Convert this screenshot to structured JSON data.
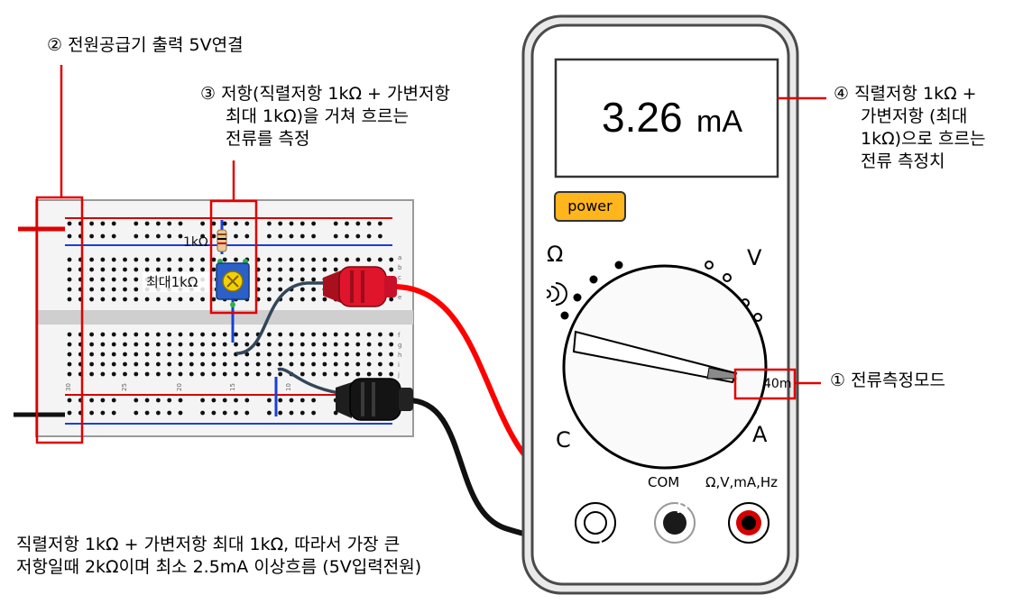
{
  "labels": {
    "power_supply": "② 전원공급기 출력 5V연결",
    "measure": [
      "③ 저항(직렬저항 1kΩ + 가변저항",
      "최대 1kΩ)을 거쳐 흐르는",
      "전류를 측정"
    ],
    "reading_note": [
      "④ 직렬저항 1kΩ +",
      "가변저항 (최대",
      "1kΩ)으로 흐르는",
      "전류 측정치"
    ],
    "mode": "① 전류측정모드",
    "bottom_note": [
      "직렬저항 1kΩ + 가변저항 최대 1kΩ, 따라서 가장 큰",
      "저항일때 2kΩ이며 최소 2.5mA 이상흐름 (5V입력전원)"
    ]
  },
  "breadboard": {
    "resistor_label": "1kΩ",
    "pot_label": "최대1kΩ",
    "row_letters_top": [
      "a",
      "b",
      "c",
      "d",
      "e"
    ],
    "row_letters_bottom": [
      "f",
      "g",
      "h",
      "i",
      "j"
    ],
    "column_numbers": [
      "30",
      "25",
      "20",
      "15",
      "10"
    ]
  },
  "multimeter": {
    "display_value": "3.26",
    "display_unit": "mA",
    "power_label": "power",
    "dial_ohm": "Ω",
    "dial_v": "V",
    "dial_c": "C",
    "dial_a": "A",
    "range_label": "40m",
    "com_label": "COM",
    "input_label": "Ω,V,mA,Hz"
  },
  "colors": {
    "red_wire": "#ff0000",
    "black_wire": "#111111",
    "annotation_red": "#e00000",
    "power_button": "#ffb51c",
    "rail_blue": "#1a3fd6"
  }
}
